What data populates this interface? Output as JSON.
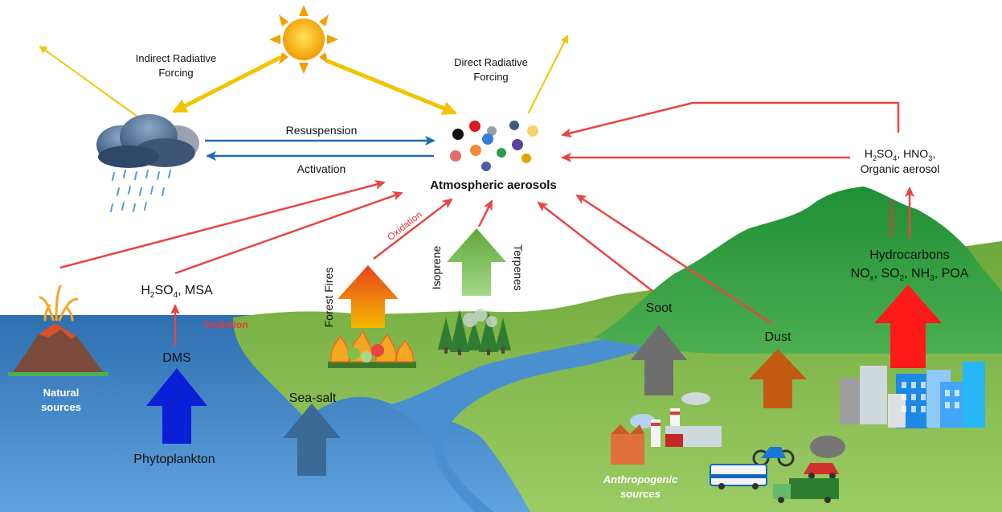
{
  "labels": {
    "indirect_line1": "Indirect Radiative",
    "indirect_line2": "Forcing",
    "direct_line1": "Direct Radiative",
    "direct_line2": "Forcing",
    "resuspension": "Resuspension",
    "activation": "Activation",
    "atmospheric_aerosols": "Atmospheric aerosols",
    "acids_line1_a": "H",
    "acids_line1_sub2": "2",
    "acids_line1_b": "SO",
    "acids_line1_sub4": "4",
    "acids_line1_c": ", HNO",
    "acids_line1_sub3": "3",
    "acids_line1_d": ",",
    "acids_line2": "Organic aerosol",
    "oxidation": "Oxidation",
    "hydrocarbons": "Hydrocarbons",
    "nox_a": "NO",
    "nox_x": "x",
    "nox_b": ", SO",
    "nox_2": "2",
    "nox_c": ", NH",
    "nox_3": "3",
    "nox_d": ", POA",
    "msa_a": "H",
    "msa_2": "2",
    "msa_b": "SO",
    "msa_4": "4",
    "msa_c": ", MSA",
    "forest_fires": "Forest Fires",
    "isoprene": "Isoprene",
    "terpenes": "Terpenes",
    "soot": "Soot",
    "dust": "Dust",
    "dms": "DMS",
    "sea_salt": "Sea-salt",
    "phytoplankton": "Phytoplankton",
    "natural_line1": "Natural",
    "natural_line2": "sources",
    "anthro_line1": "Anthropogenic",
    "anthro_line2": "sources"
  },
  "colors": {
    "sun": "#f7b500",
    "solar_arrow": "#f2c400",
    "water_arrow": "#1f6fb5",
    "emission_arrow": "#e84545",
    "oxidation_text": "#e33b3b",
    "sea": "#4a8fd0",
    "land": "#7cb342",
    "mountain": "#2e9e3c",
    "dms_arrow": "#0a1fd6",
    "seasalt_arrow": "#3b6a96",
    "soot_arrow": "#6e6e6e",
    "dust_arrow": "#c25a12",
    "anthro_arrow": "#ff1a1a",
    "biogenic_arrow": "#7dbb4e"
  },
  "aerosol_particle_colors": [
    "#111111",
    "#d81b1b",
    "#888888",
    "#e66a6a",
    "#f08a30",
    "#3d7bd1",
    "#2d9c4a",
    "#4a5fa0",
    "#e0a500",
    "#5b3fa0",
    "#9aa0a6"
  ]
}
